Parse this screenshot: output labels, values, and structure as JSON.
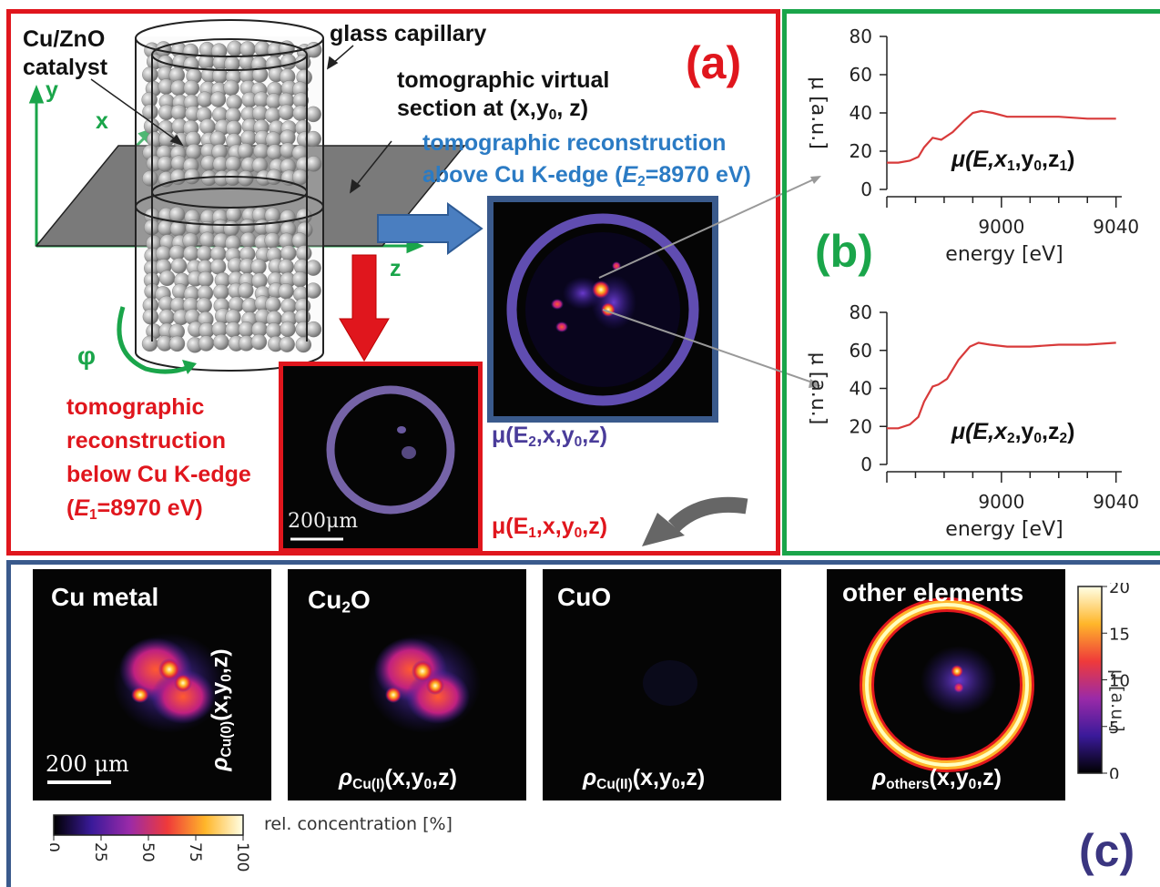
{
  "panel_a": {
    "label": "(a)",
    "catalyst_line1": "Cu/ZnO",
    "catalyst_line2": "catalyst",
    "capillary": "glass capillary",
    "virtual_line1": "tomographic virtual",
    "virtual_line2_pre": "section at (x,y",
    "virtual_line2_sub": "0",
    "virtual_line2_post": ", z)",
    "axis_y": "y",
    "axis_x": "x",
    "axis_z": "z",
    "phi": "φ",
    "above_line1": "tomographic reconstruction",
    "above_line2_pre": "above Cu K-edge (",
    "above_line2_E": "E",
    "above_line2_sub": "2",
    "above_line2_post": "=8970 eV)",
    "below_line1": "tomographic",
    "below_line2": "reconstruction",
    "below_line3": "below Cu K-edge",
    "below_line4_pre": "(",
    "below_line4_E": "E",
    "below_line4_sub": "1",
    "below_line4_post": "=8970 eV)",
    "scalebar": "200μm",
    "mu_e2_pre": "μ(E",
    "mu_e2_sub": "2",
    "mu_e2_mid": ",x,y",
    "mu_e2_sub2": "0",
    "mu_e2_post": ",z)",
    "mu_e1_pre": "μ(E",
    "mu_e1_sub": "1",
    "mu_e1_mid": ",x,y",
    "mu_e1_sub2": "0",
    "mu_e1_post": ",z)"
  },
  "panel_b": {
    "label": "(b)",
    "ylabel": "μ [a.u.]",
    "xlabel": "energy [eV]",
    "plot1_label_pre": "μ(E,x",
    "plot1_label_s1": "1",
    "plot1_label_mid": ",y",
    "plot1_label_s2": "0",
    "plot1_label_mid2": ",z",
    "plot1_label_s3": "1",
    "plot1_label_post": ")",
    "plot2_label_pre": "μ(E,x",
    "plot2_label_s1": "2",
    "plot2_label_mid": ",y",
    "plot2_label_s2": "0",
    "plot2_label_mid2": ",z",
    "plot2_label_s3": "2",
    "plot2_label_post": ")"
  },
  "chart_data": [
    {
      "type": "line",
      "ylabel": "μ [a.u.]",
      "xlabel": "energy [eV]",
      "xlim": [
        8960,
        9042
      ],
      "ylim": [
        0,
        80
      ],
      "yticks": [
        "0",
        "20",
        "40",
        "60",
        "80"
      ],
      "xticks": [
        "9000",
        "9040"
      ],
      "series": [
        {
          "x": [
            8960,
            8964,
            8968,
            8971,
            8973,
            8976,
            8979,
            8983,
            8987,
            8990,
            8993,
            8997,
            9002,
            9010,
            9020,
            9030,
            9040
          ],
          "y": [
            14,
            14,
            15,
            17,
            22,
            27,
            26,
            30,
            36,
            40,
            41,
            40,
            38,
            38,
            38,
            37,
            37
          ]
        }
      ]
    },
    {
      "type": "line",
      "ylabel": "μ [a.u.]",
      "xlabel": "energy [eV]",
      "xlim": [
        8960,
        9042
      ],
      "ylim": [
        0,
        80
      ],
      "yticks": [
        "0",
        "20",
        "40",
        "60",
        "80"
      ],
      "xticks": [
        "9000",
        "9040"
      ],
      "series": [
        {
          "x": [
            8960,
            8964,
            8968,
            8971,
            8973,
            8976,
            8978,
            8981,
            8985,
            8989,
            8992,
            8996,
            9002,
            9010,
            9020,
            9030,
            9040
          ],
          "y": [
            19,
            19,
            21,
            25,
            33,
            41,
            42,
            45,
            55,
            62,
            64,
            63,
            62,
            62,
            63,
            63,
            64
          ]
        }
      ]
    }
  ],
  "panel_c": {
    "label": "(c)",
    "maps": [
      {
        "title_pre": "Cu metal",
        "title_sub": "",
        "title_post": "",
        "rho_sub": "Cu(0)"
      },
      {
        "title_pre": "Cu",
        "title_sub": "2",
        "title_post": "O",
        "rho_sub": "Cu(I)"
      },
      {
        "title_pre": "CuO",
        "title_sub": "",
        "title_post": "",
        "rho_sub": "Cu(II)"
      },
      {
        "title_pre": "other elements",
        "title_sub": "",
        "title_post": "",
        "rho_sub": "others"
      }
    ],
    "rho_sym": "ρ",
    "rho_args_pre": "(x,y",
    "rho_args_sub": "0",
    "rho_args_post": ",z)",
    "scalebar": "200 μm",
    "colorbar_label": "rel. concentration [%]",
    "colorbar_ticks": [
      "0",
      "25",
      "50",
      "75",
      "100"
    ],
    "side_colorbar_ticks": [
      "20",
      "15",
      "10",
      "5",
      "0"
    ],
    "side_colorbar_label": "μ [a.u.]"
  }
}
